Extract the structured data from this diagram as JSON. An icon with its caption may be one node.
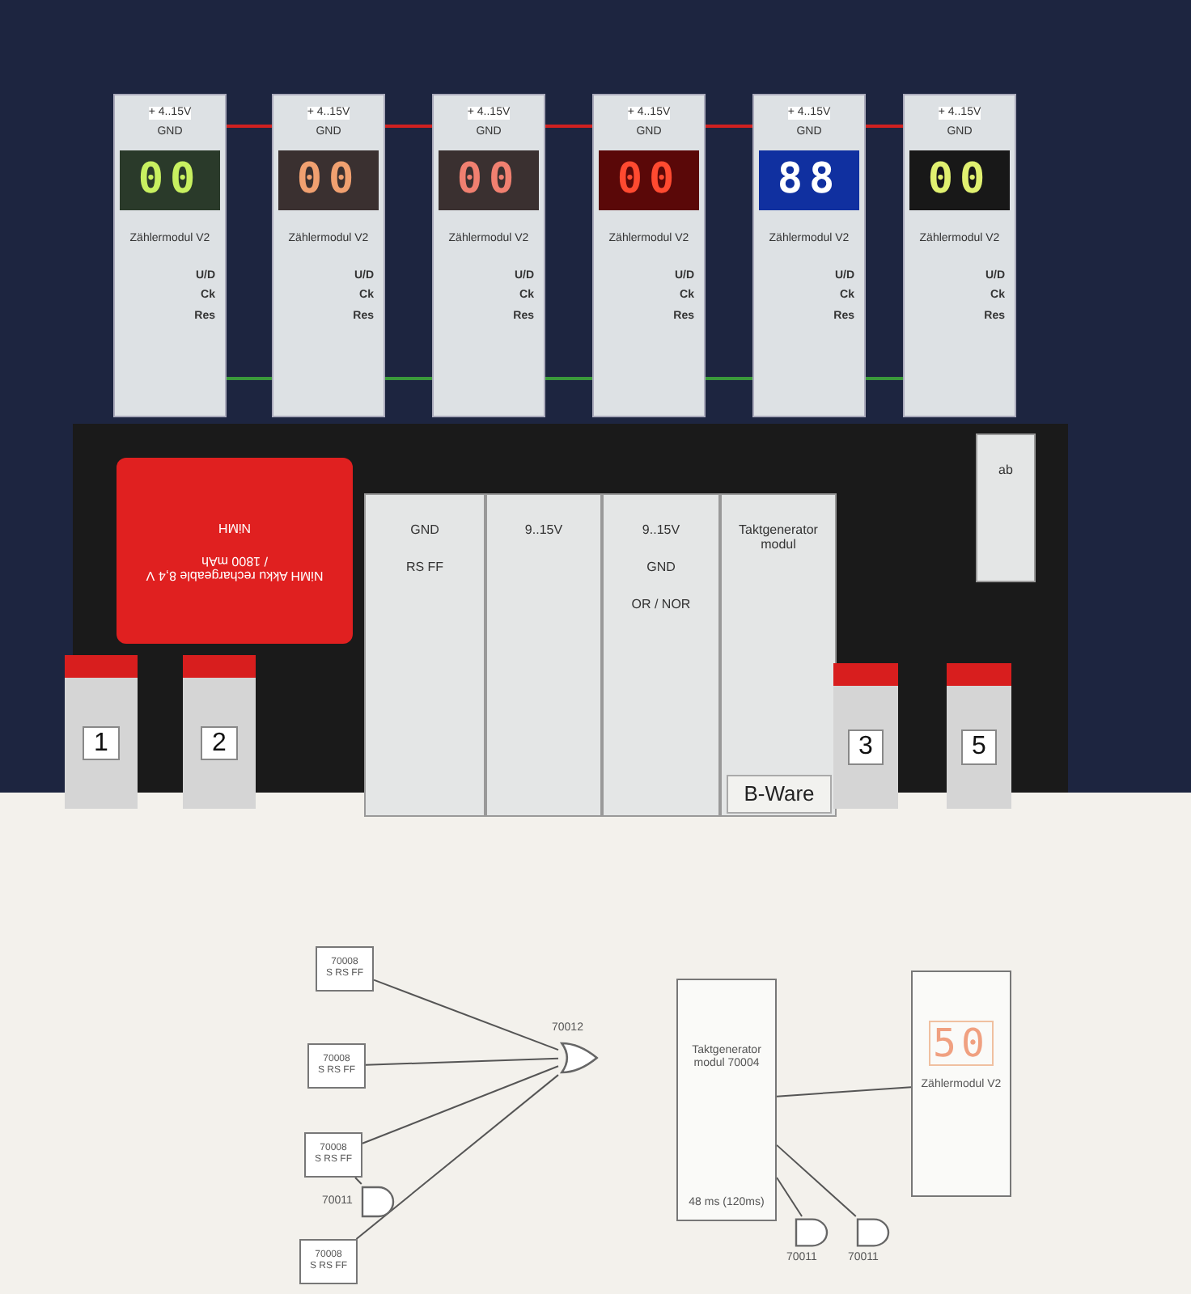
{
  "diagram": {
    "nodes": [
      {
        "text": [
          "+ 4..15V",
          "GND",
          "00",
          "Zählermodul V2",
          "U/D",
          "Ck",
          "Res"
        ]
      },
      {
        "text": [
          "+ 4..15V",
          "GND",
          "00",
          "Zählermodul V2",
          "U/D",
          "Ck",
          "Res"
        ]
      },
      {
        "text": [
          "+ 4..15V",
          "GND",
          "00",
          "Zählermodul V2",
          "U/D",
          "Ck",
          "Res"
        ]
      },
      {
        "text": [
          "+ 4..15V",
          "GND",
          "00",
          "Zählermodul V2",
          "U/D",
          "Ck",
          "Res"
        ]
      },
      {
        "text": [
          "+ 4..15V",
          "GND",
          "88",
          "Zählermodul V2",
          "U/D",
          "Ck",
          "Res"
        ]
      },
      {
        "text": [
          "+ 4..15V",
          "GND",
          "00",
          "Zählermodul V2",
          "U/D",
          "Ck",
          "Res"
        ]
      },
      {
        "text": [
          "NiMH Akku rechargeable 8,4 V / 1800 mAh",
          "NiMH"
        ]
      },
      {
        "text": [
          "1"
        ]
      },
      {
        "text": [
          "2"
        ]
      },
      {
        "text": [
          "GND",
          "RS FF"
        ]
      },
      {
        "text": [
          "9..15V"
        ]
      },
      {
        "text": [
          "9..15V",
          "GND",
          "OR / NOR"
        ]
      },
      {
        "text": [
          "Taktgenerator modul"
        ]
      },
      {
        "text": [
          "B-Ware"
        ],
        "in": 12
      },
      {
        "text": [
          "3"
        ]
      },
      {
        "text": [
          "5"
        ]
      },
      {
        "text": [
          "ab"
        ]
      },
      {
        "text": [
          "70008",
          "S RS FF"
        ]
      },
      {
        "text": [
          "70008",
          "S RS FF"
        ]
      },
      {
        "text": [
          "70008",
          "S RS FF"
        ]
      },
      {
        "text": [
          "70008",
          "S RS FF"
        ]
      },
      {
        "text": [],
        "shape": "gate",
        "beside": [
          "70012"
        ]
      },
      {
        "text": [],
        "shape": "gate",
        "beside": [
          "70011"
        ]
      },
      {
        "text": [
          "Taktgenerator modul 70004",
          "48 ms (120ms)"
        ]
      },
      {
        "text": [
          "50",
          "Zählermodul V2"
        ]
      },
      {
        "text": [],
        "shape": "gate",
        "beside": [
          "70011"
        ]
      },
      {
        "text": [],
        "shape": "gate",
        "beside": [
          "70011"
        ]
      }
    ],
    "edges": [
      {
        "from": 0,
        "to": 1,
        "arrow": "none",
        "color": "#d02020"
      },
      {
        "from": 1,
        "to": 2,
        "arrow": "none",
        "color": "#d02020"
      },
      {
        "from": 2,
        "to": 3,
        "arrow": "none",
        "color": "#d02020"
      },
      {
        "from": 3,
        "to": 4,
        "arrow": "none",
        "color": "#d02020"
      },
      {
        "from": 4,
        "to": 5,
        "arrow": "none",
        "color": "#d02020"
      },
      {
        "from": 0,
        "to": 1,
        "arrow": "none",
        "color": "#3a9a3a"
      },
      {
        "from": 1,
        "to": 2,
        "arrow": "none",
        "color": "#3a9a3a"
      },
      {
        "from": 2,
        "to": 3,
        "arrow": "none",
        "color": "#3a9a3a"
      },
      {
        "from": 3,
        "to": 4,
        "arrow": "none",
        "color": "#3a9a3a"
      },
      {
        "from": 4,
        "to": 5,
        "arrow": "none",
        "color": "#3a9a3a"
      },
      {
        "from": 17,
        "to": 21,
        "arrow": "none"
      },
      {
        "from": 18,
        "to": 21,
        "arrow": "none"
      },
      {
        "from": 19,
        "to": 21,
        "arrow": "none"
      },
      {
        "from": 20,
        "to": 21,
        "arrow": "none"
      },
      {
        "from": 19,
        "to": 22,
        "arrow": "none"
      },
      {
        "from": 23,
        "to": 25,
        "arrow": "none"
      },
      {
        "from": 23,
        "to": 26,
        "arrow": "none"
      },
      {
        "from": 23,
        "to": 24,
        "arrow": "none"
      }
    ]
  }
}
